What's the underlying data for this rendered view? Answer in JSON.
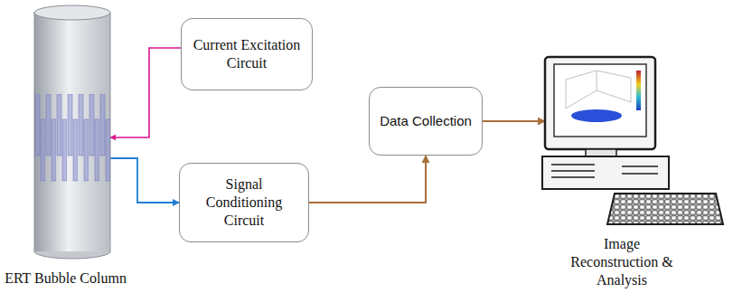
{
  "diagram": {
    "nodes": [
      {
        "text": [
          "ERT Bubble Column"
        ]
      },
      {
        "text": [
          "Current Excitation Circuit"
        ]
      },
      {
        "text": [
          "Signal Conditioning Circuit"
        ]
      },
      {
        "text": [
          "Data Collection"
        ]
      },
      {
        "text": [
          "Image Reconstruction & Analysis"
        ]
      }
    ],
    "edges": [
      {
        "from": 1,
        "to": 0,
        "arrow": "to"
      },
      {
        "from": 0,
        "to": 2,
        "arrow": "to"
      },
      {
        "from": 2,
        "to": 3,
        "arrow": "to"
      },
      {
        "from": 3,
        "to": 4,
        "arrow": "to"
      }
    ]
  }
}
